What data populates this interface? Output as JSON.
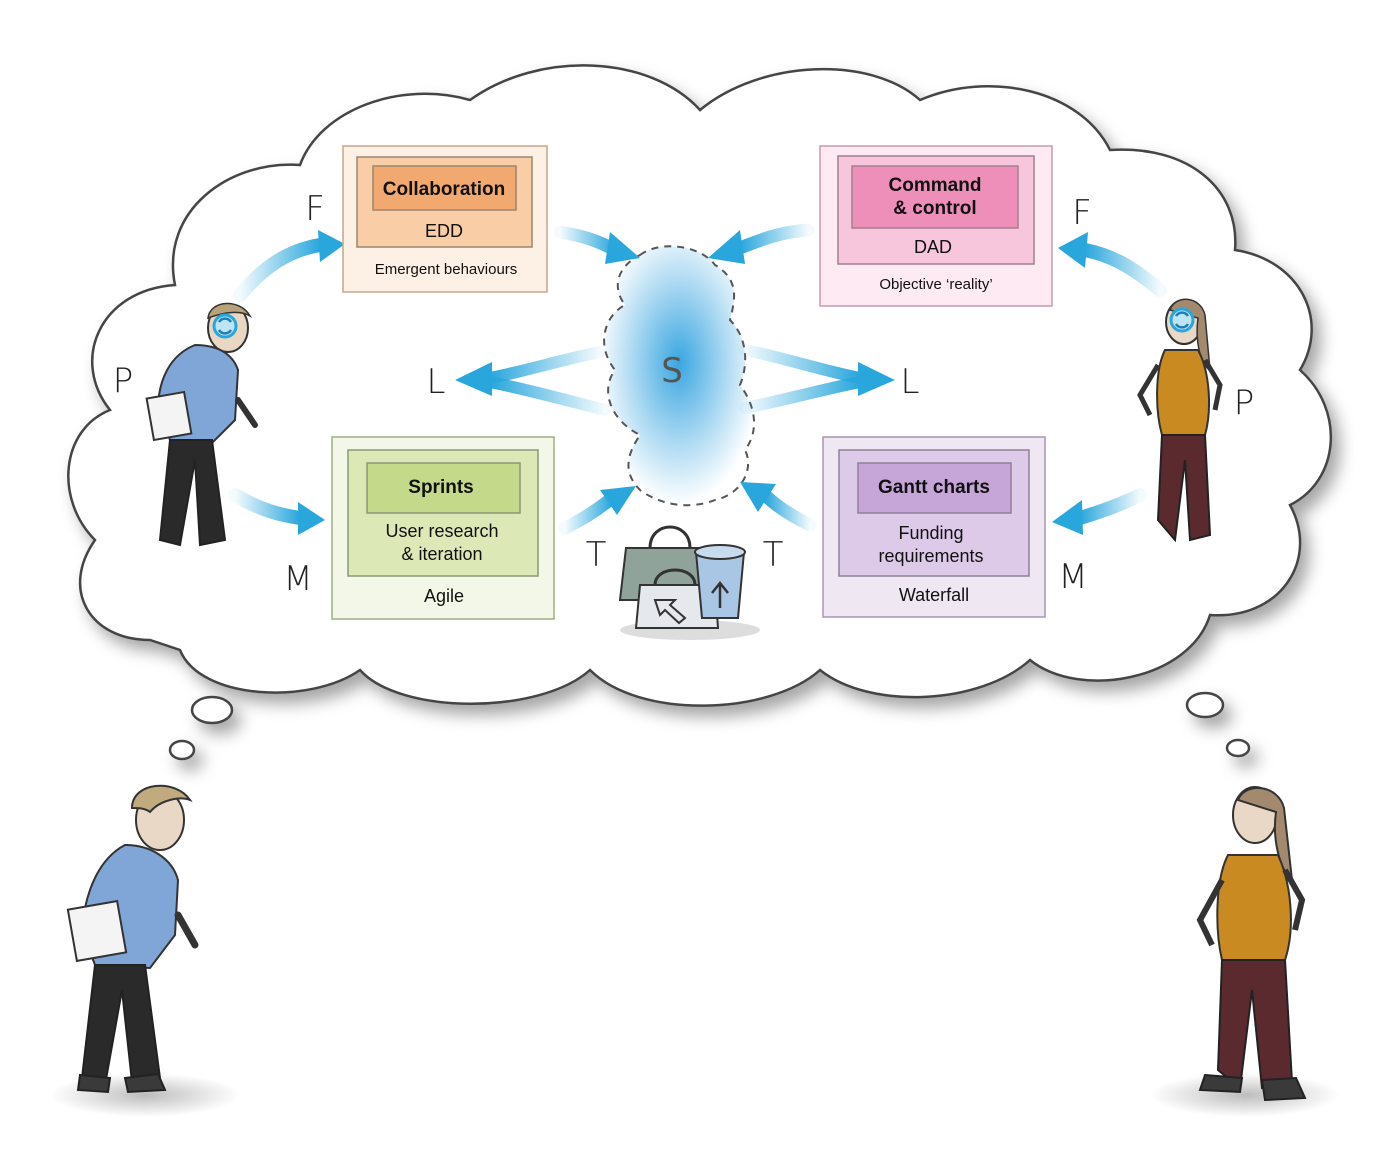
{
  "boxes": {
    "collaboration": {
      "title": "Collaboration",
      "subtitle": "EDD",
      "caption": "Emergent behaviours",
      "colors": {
        "outer": "#fdf1e6",
        "inner": "#f9cda5",
        "title": "#f1a970",
        "stroke": "#c5a68a"
      }
    },
    "command": {
      "title_line1": "Command",
      "title_line2": "& control",
      "subtitle": "DAD",
      "caption": "Objective ‘reality’",
      "colors": {
        "outer": "#fdeaf2",
        "inner": "#f8c6dc",
        "title": "#ee8fba",
        "stroke": "#c89aae"
      }
    },
    "sprints": {
      "title": "Sprints",
      "sub_line1": "User research",
      "sub_line2": "& iteration",
      "caption": "Agile",
      "colors": {
        "outer": "#f3f7e7",
        "inner": "#dce9b6",
        "title": "#c4da8a",
        "stroke": "#9fae84"
      }
    },
    "gantt": {
      "title": "Gantt charts",
      "sub_line1": "Funding",
      "sub_line2": "requirements",
      "caption": "Waterfall",
      "colors": {
        "outer": "#efe8f3",
        "inner": "#ddc9e8",
        "title": "#c6a6d9",
        "stroke": "#a896b3"
      }
    }
  },
  "letters": {
    "f_left": "F",
    "f_right": "F",
    "p_left": "P",
    "p_right": "P",
    "m_left": "M",
    "m_right": "M",
    "l_left": "L",
    "l_right": "L",
    "t_left": "T",
    "t_right": "T",
    "s_center": "S"
  },
  "icons": [
    "thought-cloud-icon",
    "man-figure-icon",
    "woman-figure-icon",
    "toolbox-bags-icon",
    "bin-icon",
    "brain-swirl-icon"
  ],
  "colors": {
    "arrow": "#29a6dc",
    "s_cloud": "#3aa6e0",
    "cloud_stroke": "#444444"
  }
}
